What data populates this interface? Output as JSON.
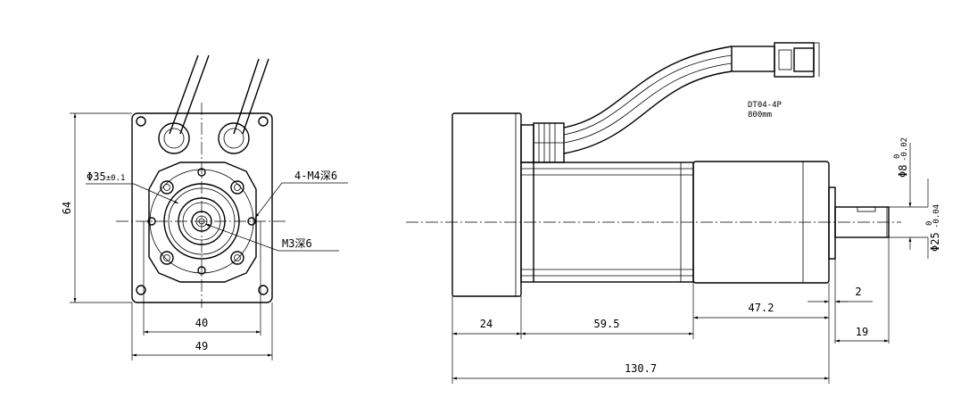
{
  "front_view": {
    "height": "64",
    "bolt_pitch": "40",
    "width": "49",
    "pilot": {
      "main": "Φ35",
      "tol": "±0.1"
    },
    "holes": "4-M4深6",
    "center_thread": "M3深6"
  },
  "side_view": {
    "connector": "DT04-4P",
    "cable_length": "800mm",
    "rear_length": "24",
    "body_length": "59.5",
    "gearbox_length": "47.2",
    "collar": "2",
    "shaft_length": "19",
    "overall_length": "130.7",
    "shaft_dia": {
      "main": "Φ8",
      "upper": "0",
      "lower": "-0.02"
    },
    "spigot_dia": {
      "main": "Φ25",
      "upper": "0",
      "lower": "-0.04"
    }
  }
}
